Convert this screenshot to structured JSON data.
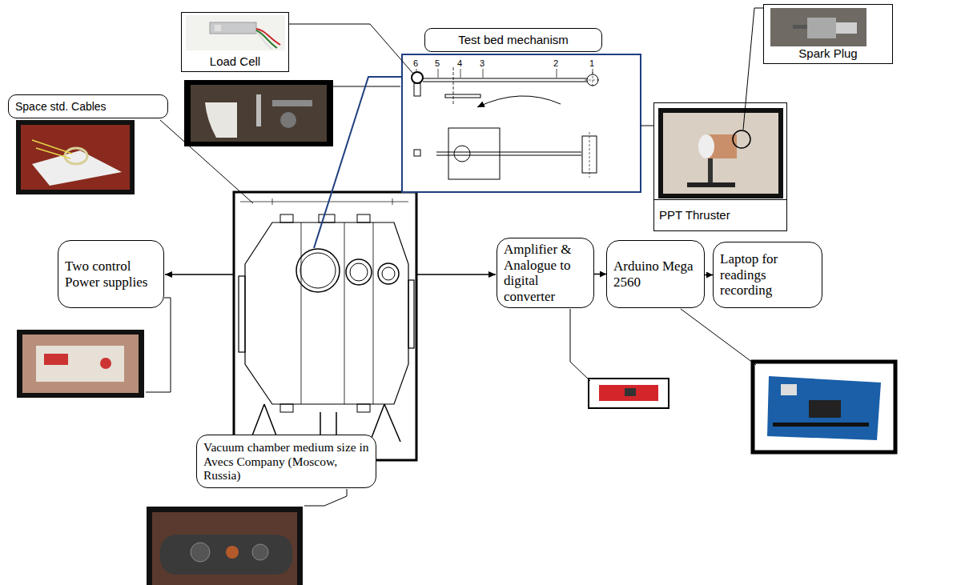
{
  "diagram": {
    "nodes": [
      {
        "text": [
          "Load Cell"
        ]
      },
      {
        "text": [
          "Test bed mechanism"
        ]
      },
      {
        "text": [
          "Spark Plug"
        ]
      },
      {
        "text": [
          "Space std. Cables"
        ]
      },
      {
        "text": [
          "PPT Thruster"
        ]
      },
      {
        "text": [
          "Two control Power supplies"
        ]
      },
      {
        "text": [
          "Amplifier & Analogue to digital converter"
        ]
      },
      {
        "text": [
          "Arduino Mega 2560"
        ]
      },
      {
        "text": [
          "Laptop for readings recording"
        ]
      },
      {
        "text": [
          "Vacuum chamber medium size in Avecs Company (Moscow, Russia)"
        ]
      }
    ],
    "edges": [
      {
        "from": 6,
        "to": 7,
        "arrow": "to"
      },
      {
        "from": 7,
        "to": 8,
        "arrow": "to"
      }
    ],
    "labels": [
      "6",
      "5",
      "4",
      "3",
      "2",
      "1"
    ]
  }
}
